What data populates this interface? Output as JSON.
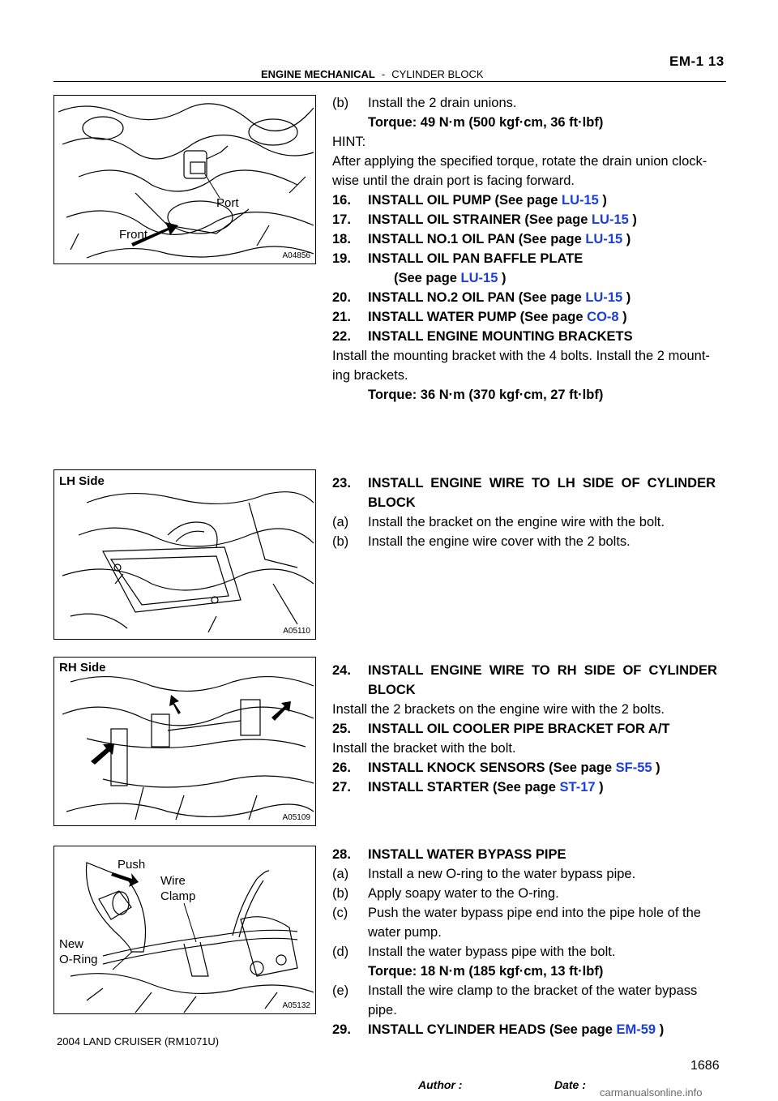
{
  "header": {
    "page_code": "EM-1 13",
    "section": "ENGINE MECHANICAL",
    "separator": "-",
    "subsection": "CYLINDER BLOCK"
  },
  "figures": [
    {
      "code": "A04856",
      "labels": [
        "Port",
        "Front"
      ]
    },
    {
      "code": "A05110",
      "labels": [
        "LH Side"
      ]
    },
    {
      "code": "A05109",
      "labels": [
        "RH Side"
      ]
    },
    {
      "code": "A05132",
      "labels": [
        "Push",
        "Wire",
        "Clamp",
        "New",
        "O-Ring"
      ]
    }
  ],
  "lines": [
    {
      "pre": "(b)",
      "text": "Install the 2 drain unions."
    },
    {
      "text": "Torque: 49 N·m (500 kgf·cm, 36 ft·lbf)"
    },
    {
      "text": "HINT:"
    },
    {
      "text": "After applying the specified torque, rotate the drain union clock-"
    },
    {
      "text": "wise until the drain port is facing forward."
    },
    {
      "pre": "16.",
      "text": "INSTALL OIL PUMP (See page ",
      "link": "LU-15",
      "post": " )"
    },
    {
      "pre": "17.",
      "text": "INSTALL OIL STRAINER (See page ",
      "link": "LU-15",
      "post": " )"
    },
    {
      "pre": "18.",
      "text": "INSTALL NO.1 OIL PAN (See page ",
      "link": "LU-15",
      "post": " )"
    },
    {
      "pre": "19.",
      "text": "INSTALL OIL PAN BAFFLE PLATE"
    },
    {
      "text": "(See page ",
      "link": "LU-15",
      "post": " )"
    },
    {
      "pre": "20.",
      "text": "INSTALL NO.2 OIL PAN (See page ",
      "link": "LU-15",
      "post": " )"
    },
    {
      "pre": "21.",
      "text": "INSTALL WATER PUMP (See page ",
      "link": "CO-8",
      "post": " )"
    },
    {
      "pre": "22.",
      "text": "INSTALL ENGINE MOUNTING BRACKETS"
    },
    {
      "text": "Install the mounting bracket with the 4 bolts. Install the 2 mount-"
    },
    {
      "text": "ing brackets."
    },
    {
      "text": "Torque: 36 N·m (370 kgf·cm, 27 ft·lbf)"
    },
    {
      "pre": "23.",
      "text": "INSTALL  ENGINE  WIRE  TO  LH  SIDE  OF  CYLINDER"
    },
    {
      "text": "BLOCK"
    },
    {
      "pre": "(a)",
      "text": "Install the bracket on the engine wire with the bolt."
    },
    {
      "pre": "(b)",
      "text": "Install the engine wire cover with the 2 bolts."
    },
    {
      "pre": "24.",
      "text": "INSTALL  ENGINE  WIRE  TO  RH  SIDE  OF  CYLINDER"
    },
    {
      "text": "BLOCK"
    },
    {
      "text": "Install the 2 brackets on the engine wire with the 2 bolts."
    },
    {
      "pre": "25.",
      "text": "INSTALL OIL COOLER PIPE BRACKET FOR A/T"
    },
    {
      "text": "Install the bracket with the bolt."
    },
    {
      "pre": "26.",
      "text": "INSTALL KNOCK SENSORS (See page ",
      "link": "SF-55",
      "post": " )"
    },
    {
      "pre": "27.",
      "text": "INSTALL STARTER (See page ",
      "link": "ST-17",
      "post": " )"
    },
    {
      "pre": "28.",
      "text": "INSTALL WATER BYPASS PIPE"
    },
    {
      "pre": "(a)",
      "text": "Install a new O-ring to the water bypass pipe."
    },
    {
      "pre": "(b)",
      "text": "Apply soapy water to the O-ring."
    },
    {
      "pre": "(c)",
      "text": "Push the water bypass pipe end into the pipe hole of the"
    },
    {
      "text": "water pump."
    },
    {
      "pre": "(d)",
      "text": "Install the water bypass pipe with the bolt."
    },
    {
      "text": "Torque: 18 N·m (185 kgf·cm, 13 ft·lbf)"
    },
    {
      "pre": "(e)",
      "text": "Install the wire clamp to the bracket of the water bypass"
    },
    {
      "text": "pipe."
    },
    {
      "pre": "29.",
      "text": "INSTALL CYLINDER HEADS (See page ",
      "link": "EM-59",
      "post": " )"
    }
  ],
  "footer": {
    "model": "2004 LAND CRUISER   (RM1071U)",
    "page_number": "1686",
    "author_label": "Author :",
    "date_label": "Date :",
    "watermark": "carmanualsonline.info"
  }
}
